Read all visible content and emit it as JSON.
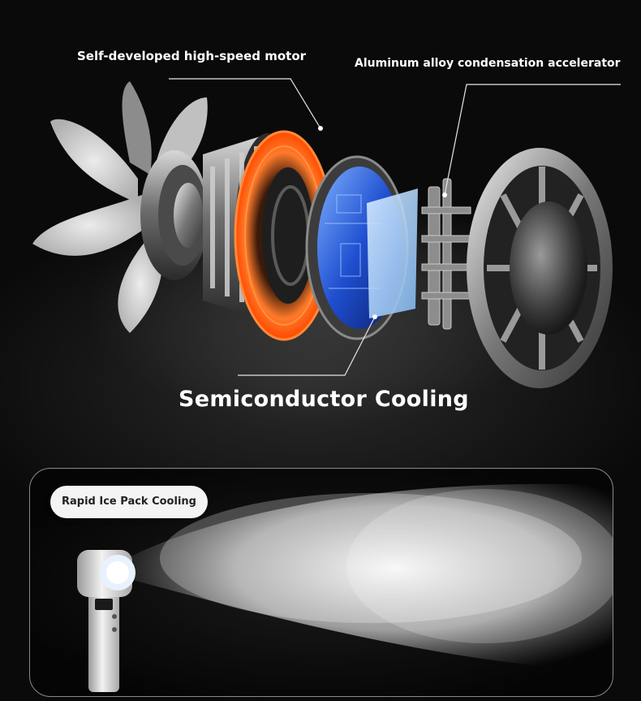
{
  "callouts": {
    "motor": "Self-developed high-speed motor",
    "aluminum": "Aluminum alloy condensation accelerator",
    "semiconductor": "Semiconductor Cooling"
  },
  "panel": {
    "badge": "Rapid Ice Pack Cooling"
  },
  "colors": {
    "background": "#050505",
    "text": "#ffffff",
    "coil_glow": "#ff6a1a",
    "chip_blue": "#2e6cff",
    "metal": "#9a9a9a"
  }
}
